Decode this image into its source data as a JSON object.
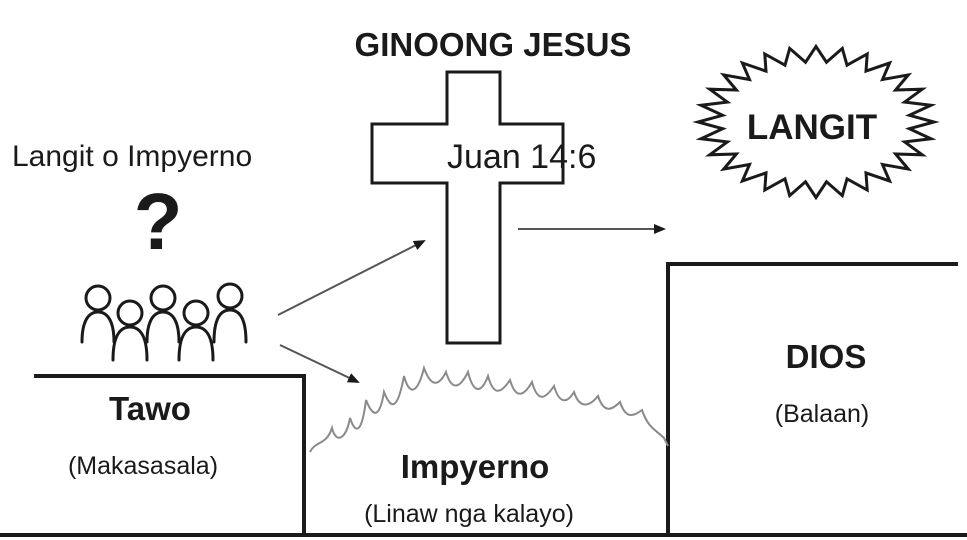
{
  "cross": {
    "title": "GINOONG JESUS",
    "verse": "Juan 14:6"
  },
  "heaven": {
    "label": "LANGIT"
  },
  "question": {
    "text": "Langit o Impyerno",
    "mark": "?"
  },
  "man": {
    "title": "Tawo",
    "subtitle": "(Makasasala)"
  },
  "hell": {
    "title": "Impyerno",
    "subtitle": "(Linaw nga kalayo)"
  },
  "god": {
    "title": "DIOS",
    "subtitle": "(Balaan)"
  },
  "icons": [
    "people-group-icon",
    "cross-icon",
    "sunburst-icon",
    "flames-icon",
    "arrow-icon"
  ],
  "colors": {
    "line": "#1a1a1a",
    "flame": "#8a8a8a",
    "background": "#ffffff"
  }
}
